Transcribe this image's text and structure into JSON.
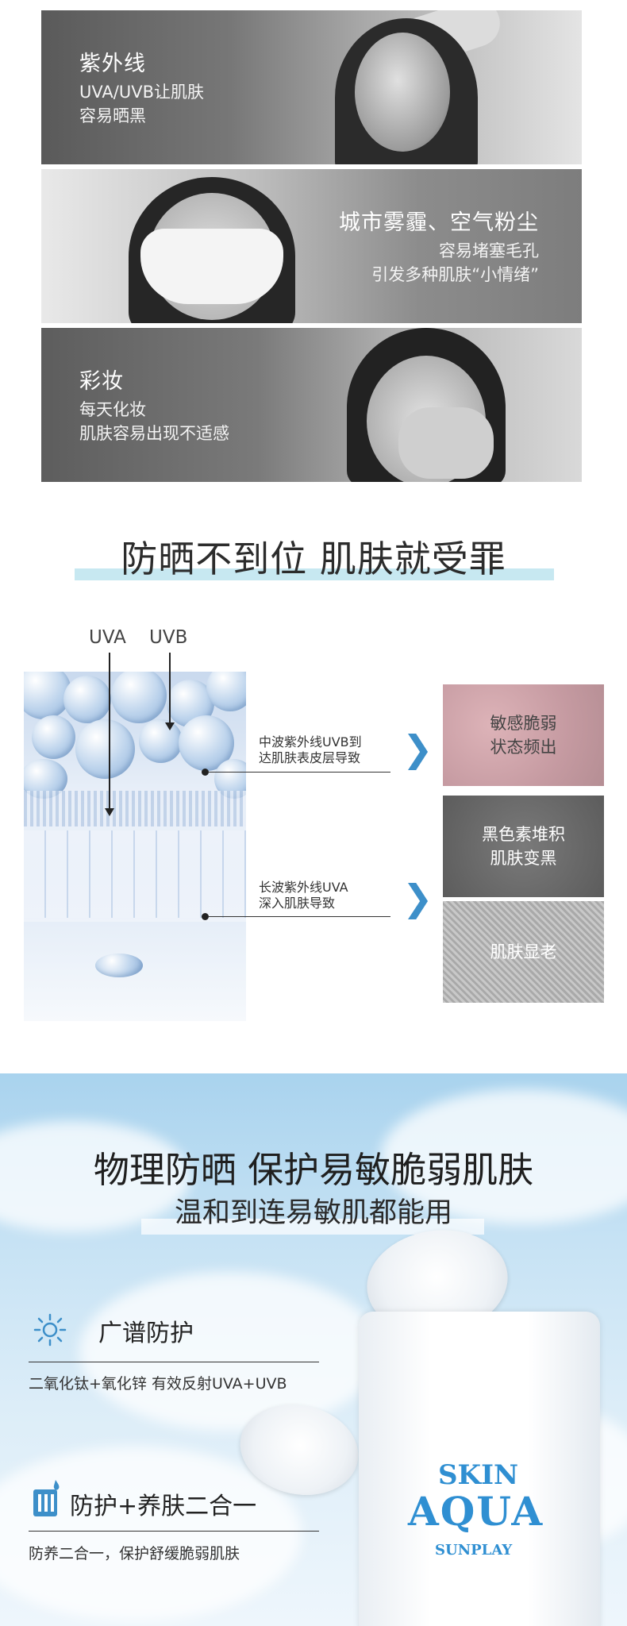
{
  "panels": [
    {
      "title": "紫外线",
      "lines": [
        "UVA/UVB让肌肤",
        "容易晒黑"
      ]
    },
    {
      "title": "城市雾霾、空气粉尘",
      "lines": [
        "容易堵塞毛孔",
        "引发多种肌肤“小情绪”"
      ]
    },
    {
      "title": "彩妆",
      "lines": [
        "每天化妆",
        "肌肤容易出现不适感"
      ]
    }
  ],
  "section1": {
    "heading": "防晒不到位 肌肤就受罪",
    "uva_label": "UVA",
    "uvb_label": "UVB",
    "notes": [
      {
        "line1": "中波紫外线UVB到",
        "line2": "达肌肤表皮层导致"
      },
      {
        "line1": "长波紫外线UVA",
        "line2": "深入肌肤导致"
      }
    ],
    "results": [
      {
        "line1": "敏感脆弱",
        "line2": "状态频出"
      },
      {
        "line1": "黑色素堆积",
        "line2": "肌肤变黑"
      },
      {
        "line1": "肌肤显老",
        "line2": ""
      }
    ]
  },
  "section2": {
    "heading": "物理防晒 保护易敏脆弱肌肤",
    "subheading": "温和到连易敏肌都能用",
    "features": [
      {
        "icon": "sun-icon",
        "title": "广谱防护",
        "desc": "二氧化钛+氧化锌 有效反射UVA+UVB"
      },
      {
        "icon": "bottle-drop-icon",
        "title": "防护+养肤二合一",
        "desc": "防养二合一，保护舒缓脆弱肌肤"
      }
    ],
    "product": {
      "brand_line1": "SKIN",
      "brand_line2": "AQUA",
      "brand_line3": "SUNPLAY"
    }
  },
  "colors": {
    "accent_blue": "#3d8fc9",
    "heading_bar": "#c7e8f1",
    "brand_blue": "#2f8fd2"
  }
}
